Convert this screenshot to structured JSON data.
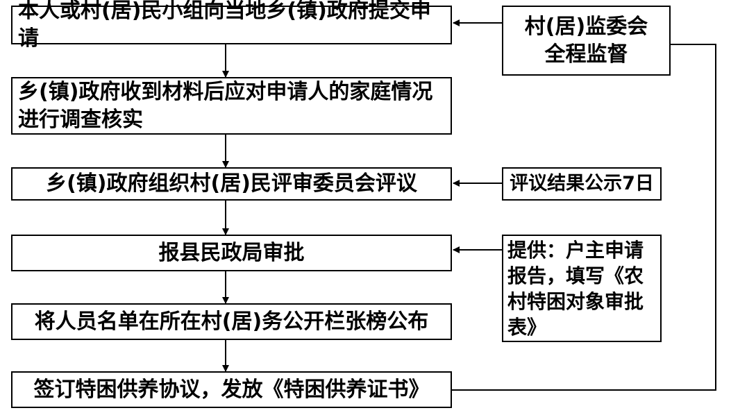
{
  "steps": {
    "s1": "本人或村(居)民小组向当地乡(镇)政府提交申请",
    "s2_line1": "乡(镇)政府收到材料后应对申请人的家庭情况",
    "s2_line2": "进行调查核实",
    "s3": "乡(镇)政府组织村(居)民评审委员会评议",
    "s4": "报县民政局审批",
    "s5": "将人员名单在所在村(居)务公开栏张榜公布",
    "s6": "签订特困供养协议，发放《特困供养证书》"
  },
  "side_notes": {
    "supervision_line1": "村(居)监委会",
    "supervision_line2": "全程监督",
    "publicity": "评议结果公示7日",
    "provide_line1": "提供：户主申请",
    "provide_line2": "报告，填写《农",
    "provide_line3": "村特困对象审批",
    "provide_line4": "表》"
  }
}
